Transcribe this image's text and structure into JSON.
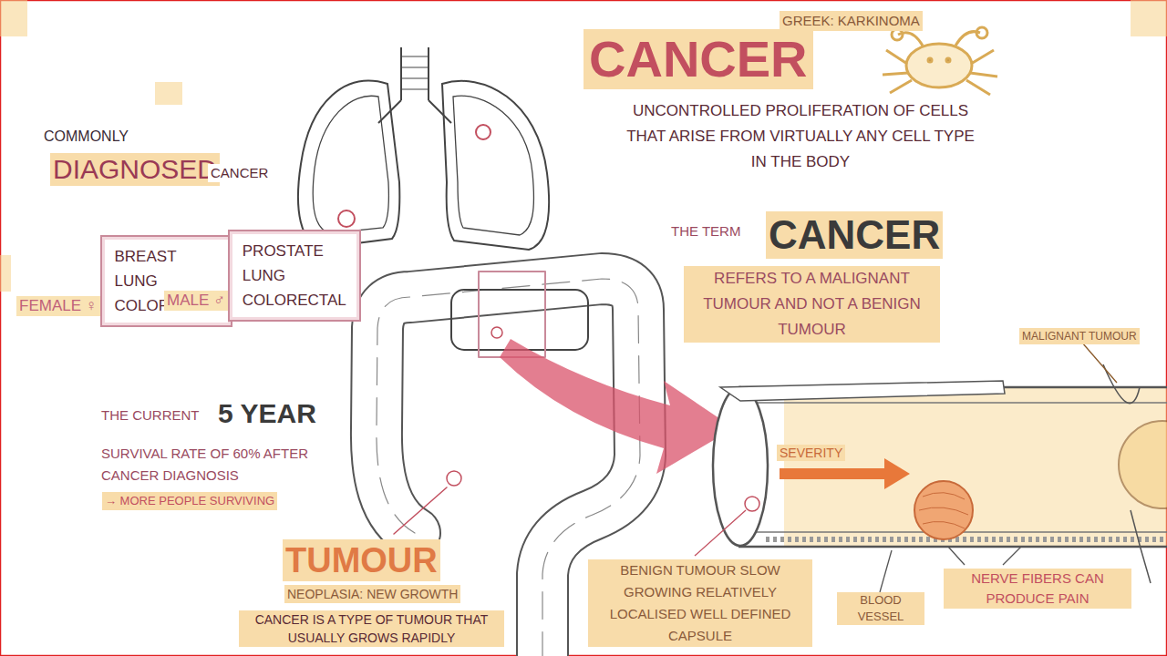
{
  "diagram": {
    "title": "CANCER",
    "nodes": [
      {
        "text": [
          "FEMALE ♀",
          "BREAST LUNG COLORECTAL"
        ]
      },
      {
        "text": [
          "MALE ♂",
          "PROSTATE LUNG COLORECTAL"
        ]
      }
    ],
    "labels": [
      "GREEK: KARKINOMA",
      "UNCONTROLLED PROLIFERATION OF CELLS THAT ARISE FROM VIRTUALLY ANY CELL TYPE IN THE BODY",
      "COMMONLY",
      "DIAGNOSED",
      "CANCER",
      "THE CURRENT",
      "5 YEAR",
      "SURVIVAL RATE OF 60% AFTER CANCER DIAGNOSIS",
      "→ MORE PEOPLE SURVIVING",
      "THE TERM",
      "CANCER",
      "REFERS TO A MALIGNANT TUMOUR AND NOT A BENIGN TUMOUR",
      "MALIGNANT TUMOUR",
      "SEVERITY",
      "TUMOUR",
      "NEOPLASIA: NEW GROWTH",
      "CANCER IS A TYPE OF TUMOUR THAT USUALLY GROWS RAPIDLY",
      "BENIGN TUMOUR SLOW GROWING RELATIVELY LOCALISED WELL DEFINED CAPSULE",
      "BLOOD VESSEL",
      "NERVE FIBERS CAN PRODUCE PAIN"
    ]
  }
}
